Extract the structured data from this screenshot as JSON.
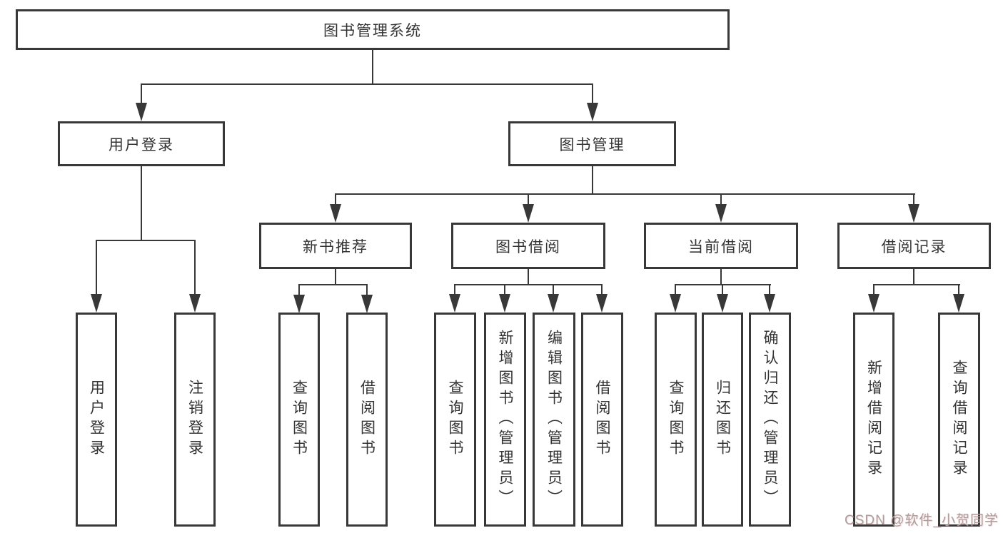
{
  "diagram": {
    "root": {
      "label": "图书管理系统"
    },
    "level2": {
      "user_login": {
        "label": "用户登录"
      },
      "book_mgmt": {
        "label": "图书管理"
      }
    },
    "level3": {
      "new_book": {
        "label": "新书推荐"
      },
      "book_borrow": {
        "label": "图书借阅"
      },
      "current_borrow": {
        "label": "当前借阅"
      },
      "borrow_record": {
        "label": "借阅记录"
      }
    },
    "leaves": {
      "user_login": [
        "用户登录",
        "注销登录"
      ],
      "new_book": [
        "查询图书",
        "借阅图书"
      ],
      "book_borrow": [
        "查询图书",
        "新增图书（管理员）",
        "编辑图书（管理员）",
        "借阅图书"
      ],
      "current_borrow": [
        "查询图书",
        "归还图书",
        "确认归还（管理员）"
      ],
      "borrow_record": [
        "新增借阅记录",
        "查询借阅记录"
      ]
    }
  },
  "watermark": "CSDN @软件_小贺同学",
  "colors": {
    "line": "#383838",
    "text": "#333333",
    "watermark_text": "#a8a0a0",
    "background": "#ffffff"
  }
}
